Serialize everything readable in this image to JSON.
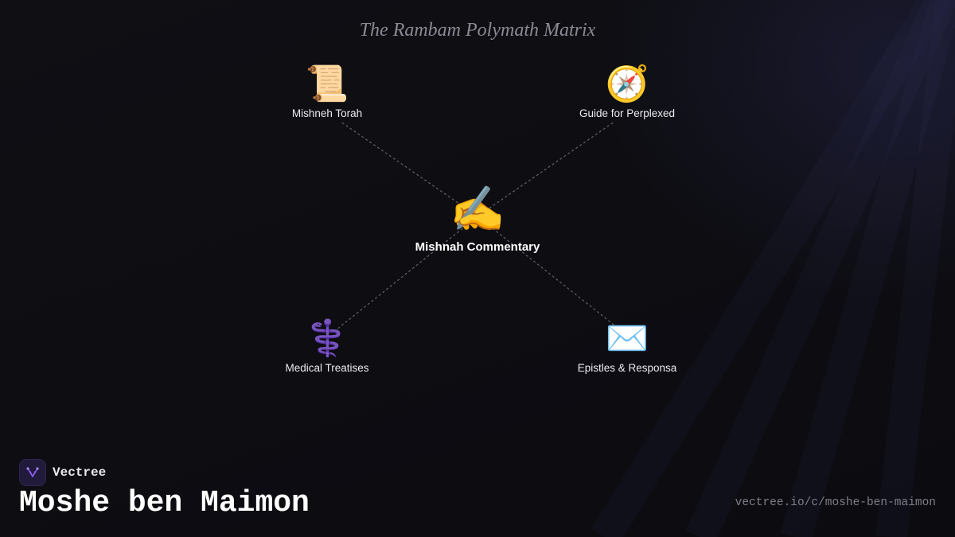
{
  "diagram": {
    "title": "The Rambam Polymath Matrix",
    "center": {
      "icon": "✍️",
      "icon_name": "writing-hand-icon",
      "label": "Mishnah Commentary"
    },
    "nodes": [
      {
        "icon": "📜",
        "icon_name": "scroll-icon",
        "label": "Mishneh Torah"
      },
      {
        "icon": "🧭",
        "icon_name": "compass-icon",
        "label": "Guide for Perplexed"
      },
      {
        "icon": "⚕️",
        "icon_name": "medical-staff-icon",
        "label": "Medical Treatises"
      },
      {
        "icon": "✉️",
        "icon_name": "envelope-icon",
        "label": "Epistles & Responsa"
      }
    ],
    "connector_style": "dotted"
  },
  "footer": {
    "brand_name": "Vectree",
    "entity_title": "Moshe ben Maimon",
    "url": "vectree.io/c/moshe-ben-maimon"
  },
  "colors": {
    "background": "#0d0d12",
    "connector": "#5c5c66",
    "brand_accent": "#8b5cf6",
    "title_text": "#8a8a94"
  }
}
